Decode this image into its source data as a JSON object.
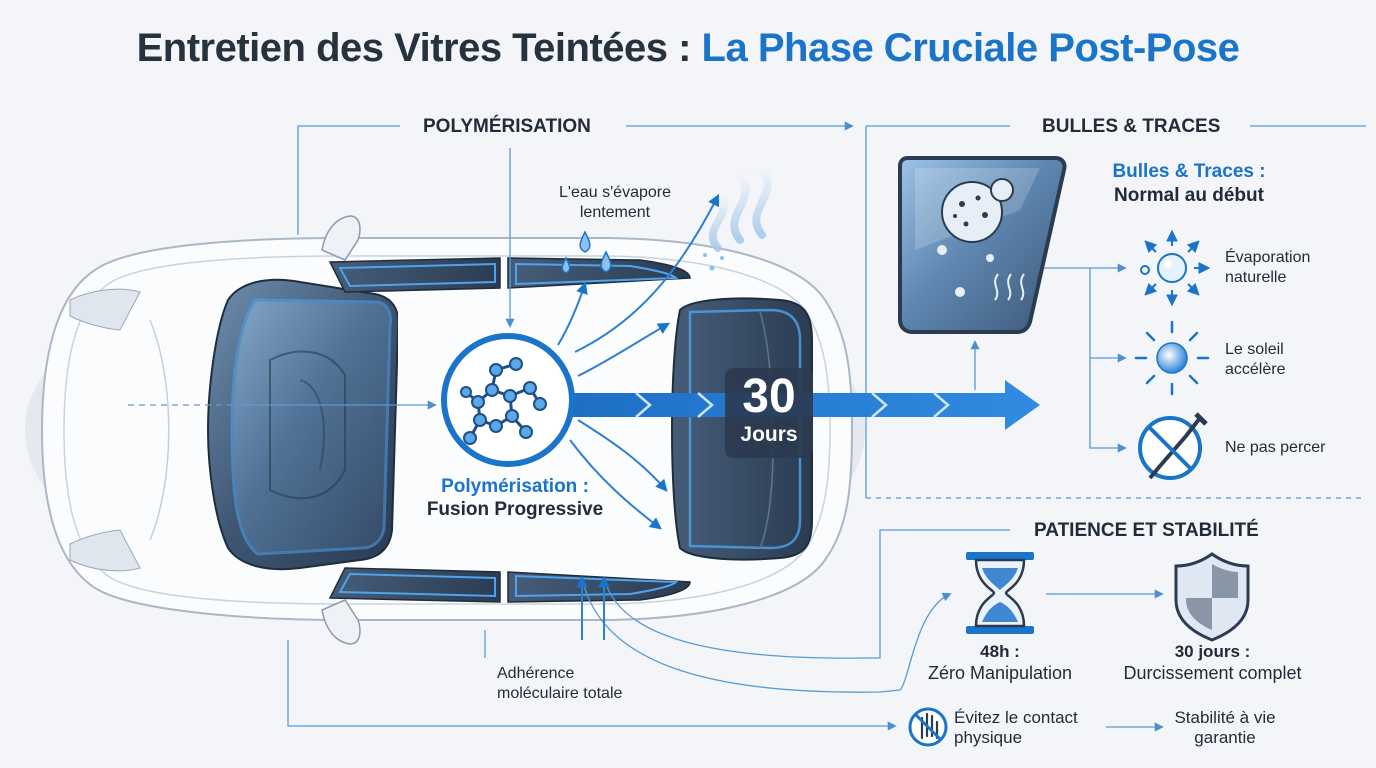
{
  "title": {
    "part1": "Entretien des Vitres Teintées : ",
    "part2": "La Phase Cruciale Post-Pose"
  },
  "sections": {
    "polymerisation": "POLYMÉRISATION",
    "bulles": "BULLES & TRACES",
    "patience": "PATIENCE ET STABILITÉ"
  },
  "polymerisation": {
    "evaporation_line1": "L'eau s'évapore",
    "evaporation_line2": "lentement",
    "label_title": "Polymérisation :",
    "label_sub": "Fusion Progressive",
    "adhesion_line1": "Adhérence",
    "adhesion_line2": "moléculaire totale",
    "duration_number": "30",
    "duration_unit": "Jours"
  },
  "bulles": {
    "heading_title": "Bulles & Traces :",
    "heading_sub": "Normal au début",
    "items": [
      {
        "line1": "Évaporation",
        "line2": "naturelle"
      },
      {
        "line1": "Le soleil",
        "line2": "accélère"
      },
      {
        "line1": "Ne pas percer",
        "line2": ""
      }
    ]
  },
  "patience": {
    "step1_title": "48h :",
    "step1_sub": "Zéro Manipulation",
    "step2_title": "30 jours :",
    "step2_sub": "Durcissement complet",
    "avoid_line1": "Évitez le contact",
    "avoid_line2": "physique",
    "stability_line1": "Stabilité à vie",
    "stability_line2": "garantie"
  },
  "colors": {
    "accent": "#1a74c9",
    "dark_text": "#27323f",
    "line": "#5b9bd5"
  },
  "icons": [
    "molecule-icon",
    "water-drops-icon",
    "film-bubble-icon",
    "sun-icon",
    "no-pierce-icon",
    "hourglass-icon",
    "shield-icon",
    "no-touch-icon"
  ]
}
